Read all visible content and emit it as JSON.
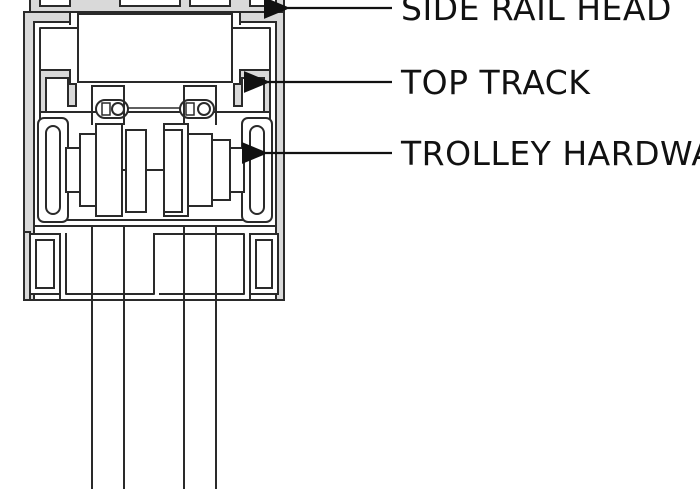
{
  "callouts": [
    {
      "id": "side-rail-head",
      "label": "SIDE RAIL HEAD"
    },
    {
      "id": "top-track",
      "label": "TOP TRACK"
    },
    {
      "id": "trolley-hardware",
      "label": "TROLLEY HARDWARE"
    }
  ],
  "colors": {
    "line": "#2a2a2a",
    "profile_fill": "#d9d9d9",
    "background": "#ffffff"
  }
}
